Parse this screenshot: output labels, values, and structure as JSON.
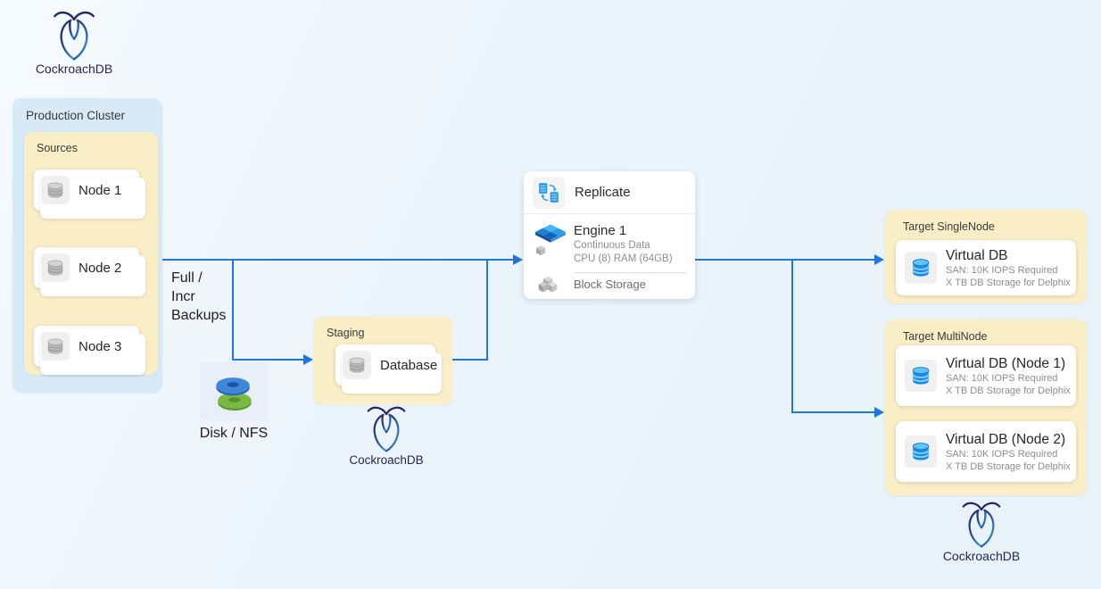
{
  "logos": {
    "top_left": "CockroachDB",
    "staging": "CockroachDB",
    "bottom_right": "CockroachDB"
  },
  "production": {
    "title": "Production Cluster",
    "sources": {
      "title": "Sources",
      "nodes": [
        {
          "label": "Node 1",
          "icon": "database-icon"
        },
        {
          "label": "Node 2",
          "icon": "database-icon"
        },
        {
          "label": "Node 3",
          "icon": "database-icon"
        }
      ]
    }
  },
  "backups": {
    "line1": "Full /",
    "line2": "Incr",
    "line3": "Backups"
  },
  "disk": {
    "label": "Disk / NFS",
    "icon": "stacked-disks-icon"
  },
  "staging": {
    "title": "Staging",
    "database": {
      "label": "Database",
      "icon": "database-icon"
    }
  },
  "replication": {
    "replicate_label": "Replicate",
    "replicate_icon": "replicate-sync-icon",
    "engine": {
      "title": "Engine 1",
      "subtitle1": "Continuous Data",
      "subtitle2": "CPU (8) RAM (64GB)",
      "icon": "engine-cluster-icon"
    },
    "block_storage_label": "Block Storage",
    "block_storage_icon": "block-storage-cubes-icon"
  },
  "targets": {
    "single_node": {
      "title": "Target SingleNode",
      "cards": [
        {
          "title": "Virtual DB",
          "line1": "SAN: 10K IOPS Required",
          "line2": "X TB DB Storage for Delphix",
          "icon": "virtual-db-icon"
        }
      ]
    },
    "multi_node": {
      "title": "Target MultiNode",
      "cards": [
        {
          "title": "Virtual DB (Node 1)",
          "line1": "SAN: 10K IOPS Required",
          "line2": "X TB DB Storage for Delphix",
          "icon": "virtual-db-icon"
        },
        {
          "title": "Virtual DB (Node 2)",
          "line1": "SAN: 10K IOPS Required",
          "line2": "X TB DB Storage for Delphix",
          "icon": "virtual-db-icon"
        }
      ]
    }
  },
  "colors": {
    "arrow": "#1f76dd",
    "cluster_bg": "#d8eaf8",
    "group_bg": "#faeec6",
    "brand_navy": "#23265a",
    "brand_blue": "#3fa0dc"
  }
}
